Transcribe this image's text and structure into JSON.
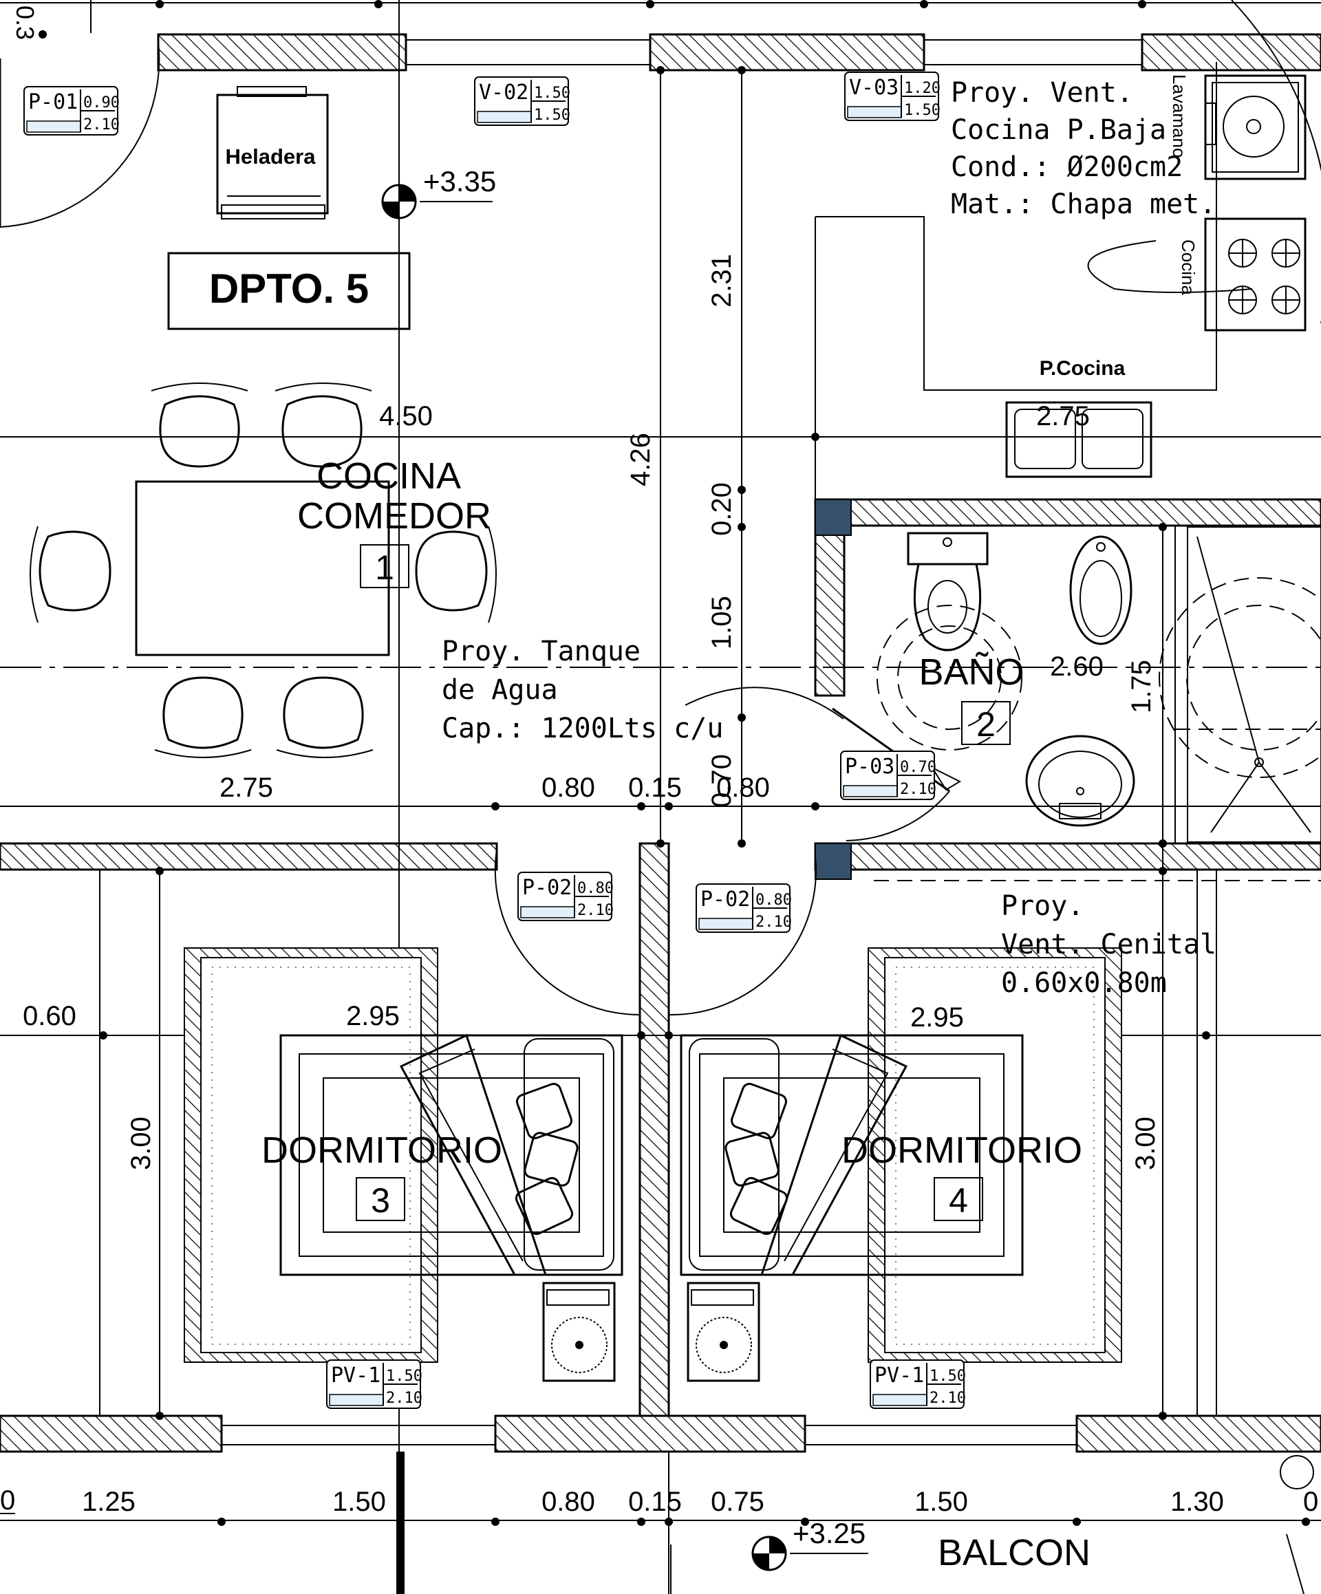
{
  "unit": {
    "title": "DPTO. 5"
  },
  "levels": {
    "upper": "+3.35",
    "balcony": "+3.25"
  },
  "rooms": [
    {
      "id": "cocina",
      "line1": "COCINA",
      "line2": "COMEDOR",
      "number": "1"
    },
    {
      "id": "bano",
      "line1": "BAÑO",
      "number": "2"
    },
    {
      "id": "dorm3",
      "line1": "DORMITORIO",
      "number": "3"
    },
    {
      "id": "dorm4",
      "line1": "DORMITORIO",
      "number": "4"
    },
    {
      "id": "balcon",
      "line1": "BALCON"
    }
  ],
  "fixtures": {
    "fridge": "Heladera",
    "sink_label": "Lavamano",
    "stove_label": "Cocina",
    "counter_label": "P.Cocina"
  },
  "notes": {
    "vent": [
      "Proy. Vent.",
      "Cocina P.Baja",
      "Cond.: Ø200cm2",
      "Mat.: Chapa met."
    ],
    "tank": [
      "Proy. Tanque",
      "de Agua",
      "Cap.: 1200Lts c/u"
    ],
    "skylight": [
      "Proy.",
      "Vent. Cenital",
      "0.60x0.80m"
    ]
  },
  "openings": [
    {
      "id": "p01",
      "code": "P-01",
      "w": "0.90",
      "h": "2.10"
    },
    {
      "id": "v02",
      "code": "V-02",
      "w": "1.50",
      "h": "1.50"
    },
    {
      "id": "v03",
      "code": "V-03",
      "w": "1.20",
      "h": "1.50"
    },
    {
      "id": "p03",
      "code": "P-03",
      "w": "0.70",
      "h": "2.10"
    },
    {
      "id": "p02a",
      "code": "P-02",
      "w": "0.80",
      "h": "2.10"
    },
    {
      "id": "p02b",
      "code": "P-02",
      "w": "0.80",
      "h": "2.10"
    },
    {
      "id": "pv1a",
      "code": "PV-1",
      "w": "1.50",
      "h": "2.10"
    },
    {
      "id": "pv1b",
      "code": "PV-1",
      "w": "1.50",
      "h": "2.10"
    }
  ],
  "dimensions": {
    "top_partial": "0.3",
    "d_450": "4.50",
    "d_275_counter": "2.75",
    "v_231": "2.31",
    "v_426": "4.26",
    "v_020": "0.20",
    "v_105": "1.05",
    "v_070": "0.70",
    "v_175": "1.75",
    "d_260": "2.60",
    "mid_row": [
      "2.75",
      "0.80",
      "0.15",
      "0.80"
    ],
    "d_060": "0.60",
    "d_295_left": "2.95",
    "d_295_right": "2.95",
    "v_300_left": "3.00",
    "v_300_right": "3.00",
    "bottom_row": [
      "1.25",
      "1.50",
      "0.80",
      "0.15",
      "0.75",
      "1.50",
      "1.30"
    ],
    "bottom_left_partial": "0",
    "bottom_right_partial": "0"
  }
}
